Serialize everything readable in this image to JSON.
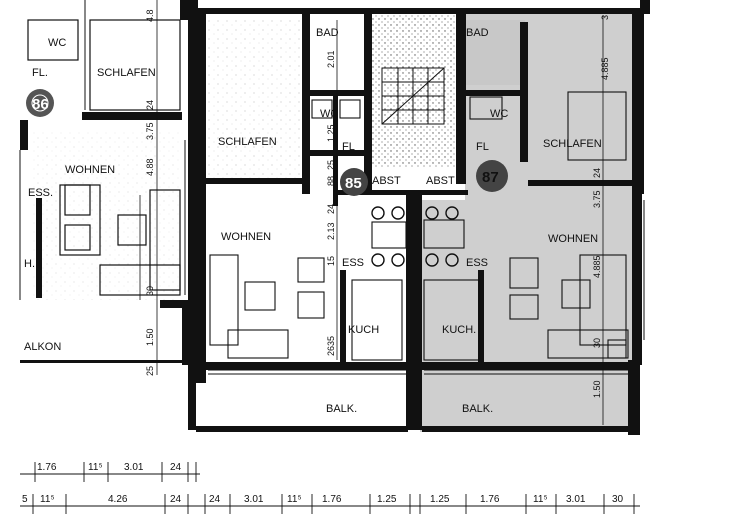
{
  "rooms": {
    "left_wc": "WC",
    "left_fl": "FL.",
    "left_schlafen": "SCHLAFEN",
    "left_wohnen": "WOHNEN",
    "left_ess": "ESS.",
    "left_h": "H.",
    "left_balkon": "ALKON",
    "mid_bad": "BAD",
    "mid_wc": "WC",
    "mid_fl": "FL",
    "mid_schlafen": "SCHLAFEN",
    "mid_abst": "ABST",
    "mid_wohnen": "WOHNEN",
    "mid_ess": "ESS",
    "mid_kuch": "KUCH",
    "mid_balk": "BALK.",
    "right_bad": "BAD",
    "right_wc": "WC",
    "right_fl": "FL",
    "right_schlafen": "SCHLAFEN",
    "right_abst": "ABST",
    "right_wohnen": "WOHNEN",
    "right_ess": "ESS",
    "right_kuch": "KUCH.",
    "right_balk": "BALK."
  },
  "unit_numbers": {
    "left": "86",
    "mid": "85",
    "right": "87"
  },
  "vertical_dims": {
    "left_24": "24",
    "left_375": "3.75",
    "left_488": "4.88",
    "left_30": "30",
    "left_150": "1.50",
    "left_25": "25",
    "mid_201": "2.01",
    "mid_125": "1.25",
    "mid_25": "25",
    "mid_88": "88",
    "mid_24": "24",
    "mid_213": "2.13",
    "mid_15": "15",
    "mid_2635": "2635",
    "right_4885": "4.885",
    "right_24": "24",
    "right_375": "3.75",
    "right_4885b": "4.885",
    "right_30": "30",
    "right_150": "1.50"
  },
  "top_dims": {
    "left_48": "4.8",
    "right_3": "3"
  },
  "bottom_dims_row1": [
    "1.76",
    "11⁵",
    "3.01",
    "24"
  ],
  "bottom_dims_row2": [
    "5",
    "11⁵",
    "4.26",
    "24",
    "24",
    "3.01",
    "11⁵",
    "1.76",
    "1.25",
    "1.25",
    "1.76",
    "11⁵",
    "3.01",
    "30"
  ]
}
